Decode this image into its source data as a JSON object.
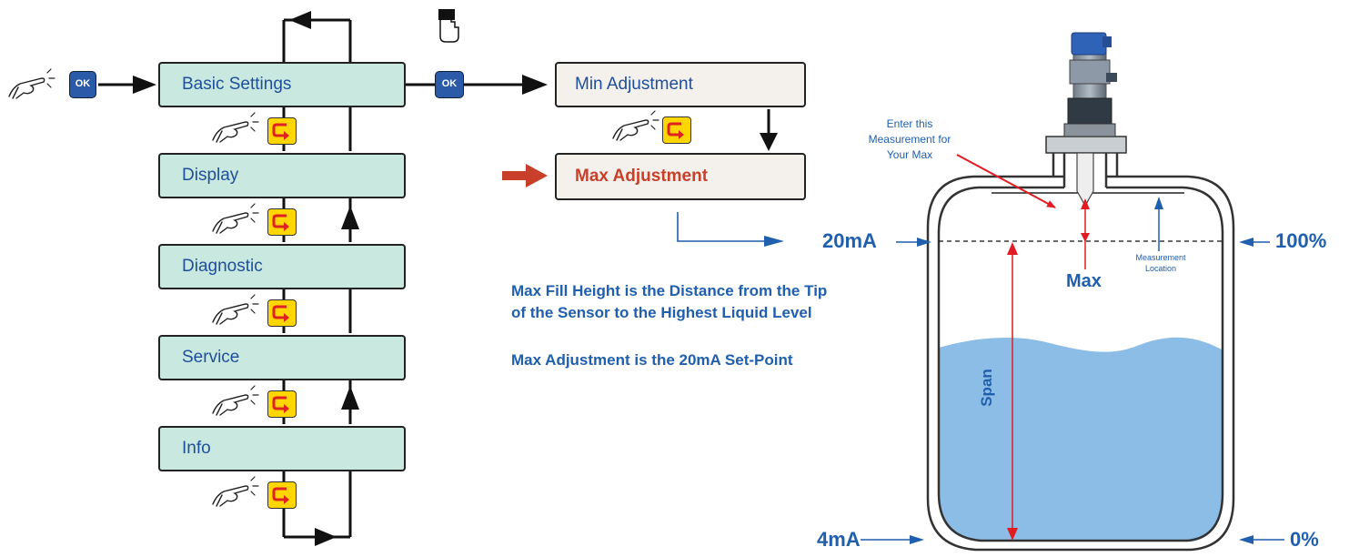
{
  "menu": {
    "items": [
      {
        "label": "Basic Settings"
      },
      {
        "label": "Display"
      },
      {
        "label": "Diagnostic"
      },
      {
        "label": "Service"
      },
      {
        "label": "Info"
      }
    ]
  },
  "buttons": {
    "ok_label": "OK",
    "back_icon": "return-arrow-icon"
  },
  "submenu": {
    "min_adjustment": "Min Adjustment",
    "max_adjustment": "Max Adjustment"
  },
  "tank": {
    "callout": [
      "Enter this",
      "Measurement for",
      "Your Max"
    ],
    "max_label": "Max",
    "span_label": "Span",
    "measurement_location": [
      "Measurement",
      "Location"
    ],
    "current_top": "20mA",
    "current_bottom": "4mA",
    "percent_top": "100%",
    "percent_bottom": "0%"
  },
  "notes": {
    "line1": "Max Fill Height is the Distance from the Tip",
    "line2": "of the Sensor to the Highest Liquid Level",
    "line3": "Max Adjustment is the 20mA Set-Point"
  },
  "colors": {
    "menu_fill": "#c8e8e0",
    "submenu_fill": "#f4f1ec",
    "text_blue": "#1f4f9a",
    "highlight_red": "#c8402a",
    "ok_button": "#2a5aa8",
    "back_button": "#ffd600",
    "liquid": "#8cbde6"
  }
}
